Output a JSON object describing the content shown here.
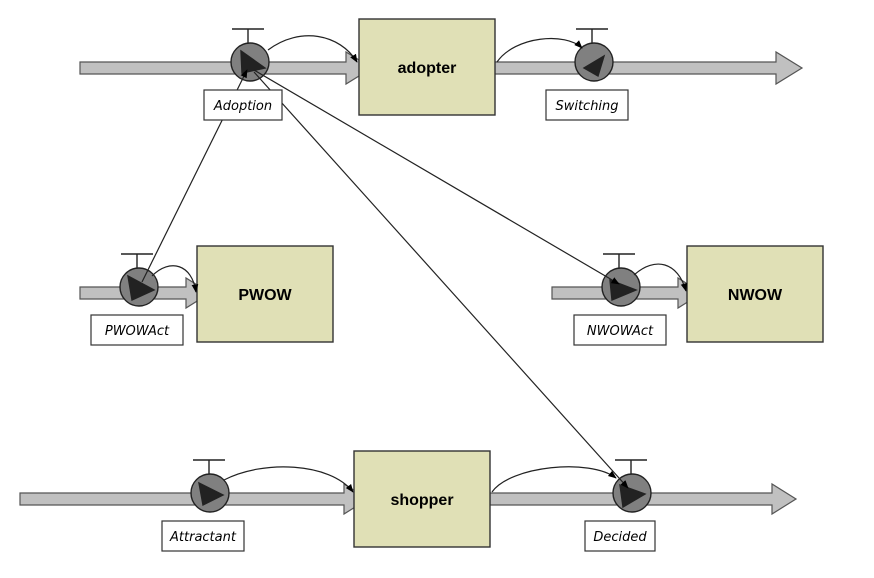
{
  "stocks": {
    "adopter": "adopter",
    "pwow": "PWOW",
    "nwow": "NWOW",
    "shopper": "shopper"
  },
  "flows": {
    "adoption": "Adoption",
    "switching": "Switching",
    "pwowact": "PWOWAct",
    "nwowact": "NWOWAct",
    "attractant": "Attractant",
    "decided": "Decided"
  },
  "colors": {
    "stock_fill": "#e0e0b6",
    "pipe_fill": "#c0c0c0",
    "valve_fill": "#808080",
    "stroke": "#333333"
  }
}
